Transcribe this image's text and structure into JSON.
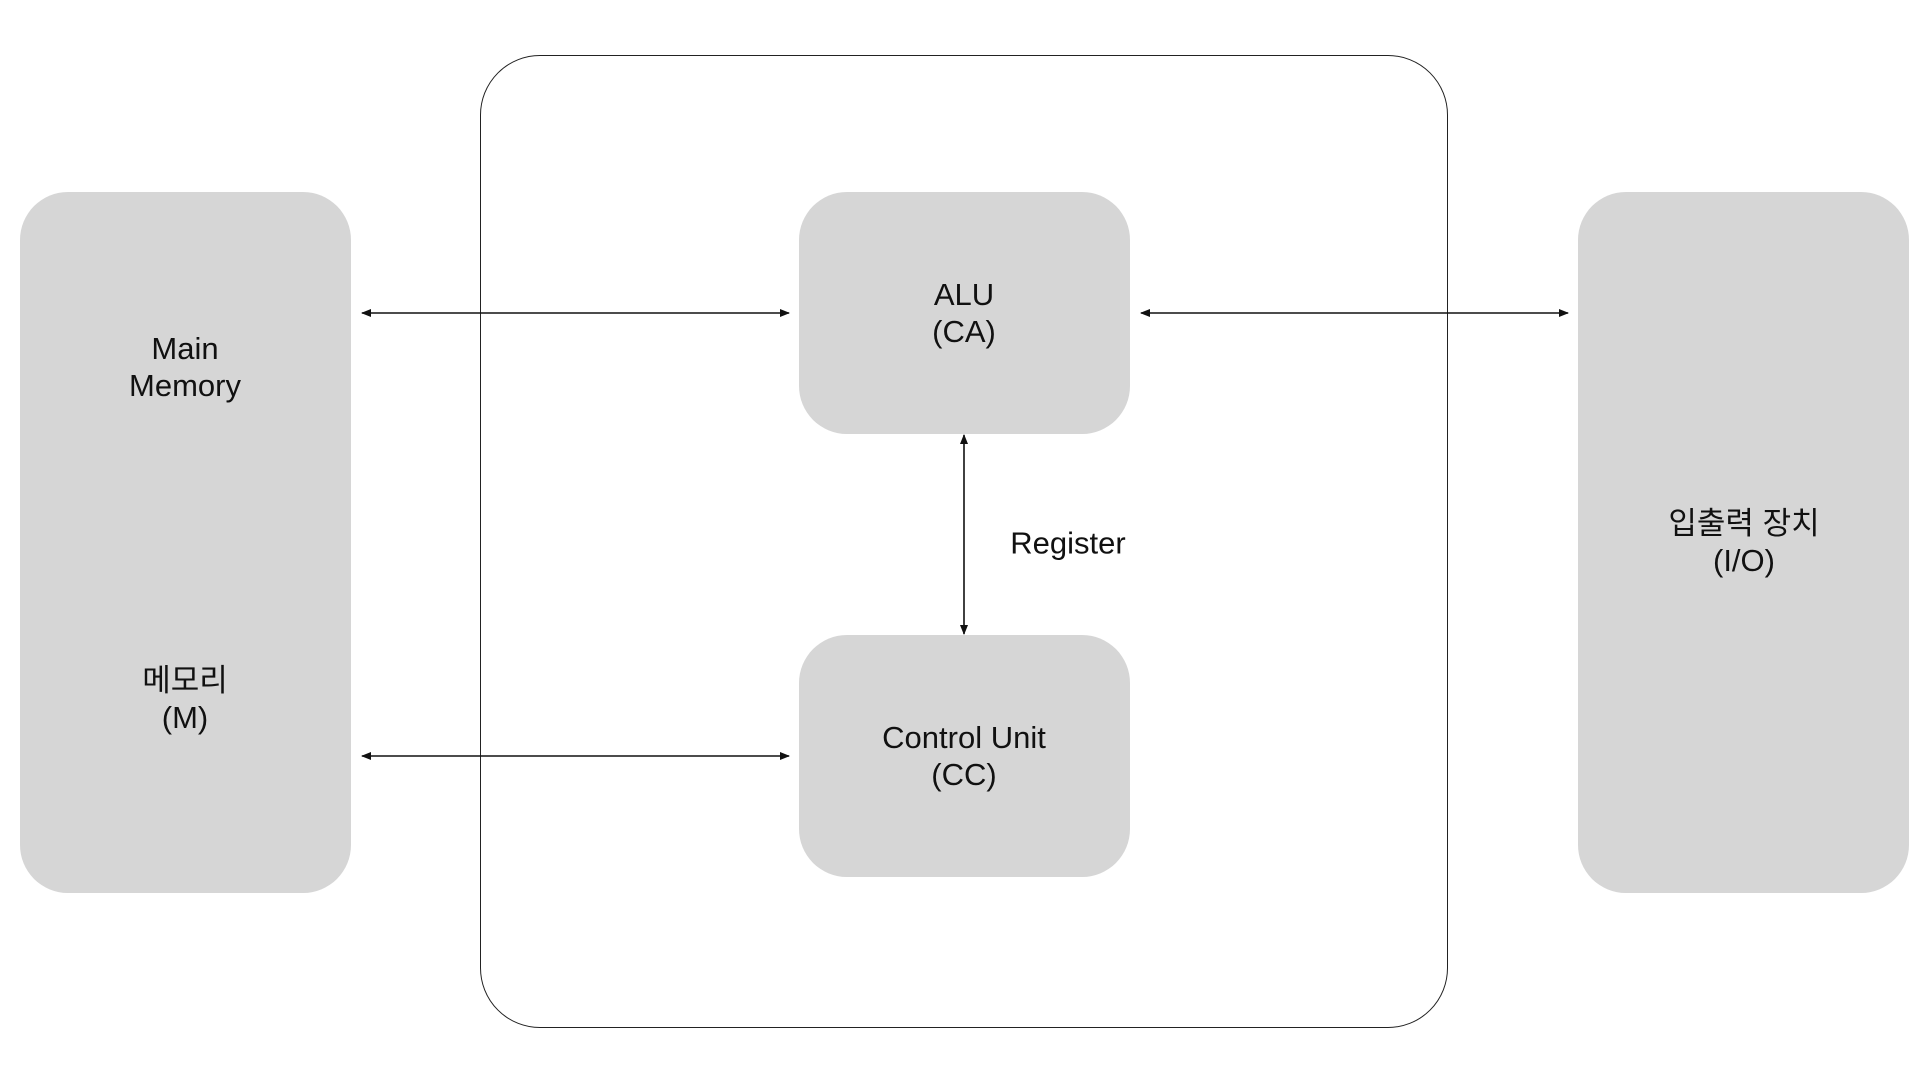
{
  "memory": {
    "title": "Main\nMemory",
    "subtitle": "메모리\n(M)"
  },
  "alu": {
    "label": "ALU\n(CA)"
  },
  "control_unit": {
    "label": "Control Unit\n(CC)"
  },
  "register": {
    "label": "Register"
  },
  "io": {
    "label": "입출력 장치\n(I/O)"
  }
}
